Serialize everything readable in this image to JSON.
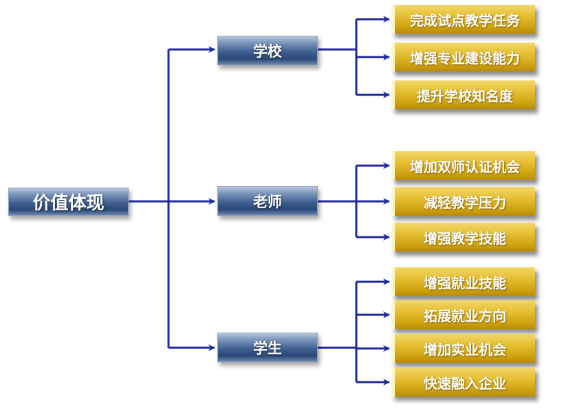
{
  "root": {
    "label": "价值体现"
  },
  "branches": [
    {
      "label": "学校",
      "leaves": [
        "完成试点教学任务",
        "增强专业建设能力",
        "提升学校知名度"
      ]
    },
    {
      "label": "老师",
      "leaves": [
        "增加双师认证机会",
        "减轻教学压力",
        "增强教学技能"
      ]
    },
    {
      "label": "学生",
      "leaves": [
        "增强就业技能",
        "拓展就业方向",
        "增加实业机会",
        "快速融入企业"
      ]
    }
  ],
  "colors": {
    "connector": "#1f2a9a",
    "blue_node": "#3f5f91",
    "gold_node": "#e7c237",
    "text": "#ffffff"
  }
}
